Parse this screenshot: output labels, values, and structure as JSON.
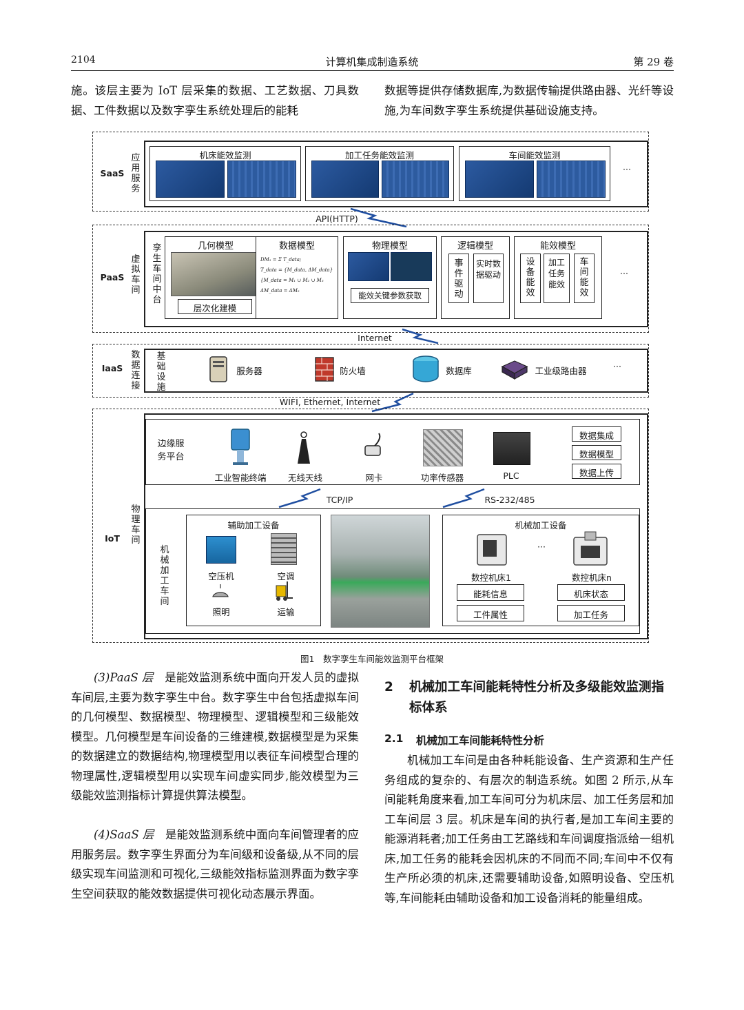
{
  "header": {
    "page_number": "2104",
    "journal": "计算机集成制造系统",
    "volume": "第 29 卷"
  },
  "top_text": {
    "left": "施。该层主要为 IoT 层采集的数据、工艺数据、刀具数据、工件数据以及数字孪生系统处理后的能耗",
    "right": "数据等提供存储数据库,为数据传输提供路由器、光纤等设施,为车间数字孪生系统提供基础设施支持。"
  },
  "figure": {
    "caption": "图1　数字孪生车间能效监测平台框架",
    "saas": {
      "layer": "SaaS",
      "side": "应用服务",
      "panels": [
        "机床能效监测",
        "加工任务能效监测",
        "车间能效监测"
      ],
      "more": "···"
    },
    "link1": "API(HTTP)",
    "paas": {
      "layer": "PaaS",
      "side": "虚拟车间",
      "inner": "孪生车间中台",
      "geom": "几何模型",
      "geom_sub": "层次化建模",
      "data": "数据模型",
      "formula": [
        "DM₁ = Σ T_data;",
        "T_data = {M_data, ΔM_data}",
        "{M_data = M₁ ∪ M₂ ∪ M₃",
        "ΔM_data = ΔM₂"
      ],
      "phys": "物理模型",
      "phys_sub": "能效关键参数获取",
      "logic": "逻辑模型",
      "logic_items": [
        "事件驱动",
        "实时数据驱动"
      ],
      "energy": "能效模型",
      "energy_items": [
        "设备能效",
        "加工任务能效",
        "车间能效"
      ],
      "more": "···"
    },
    "link2": "Internet",
    "iaas": {
      "layer": "IaaS",
      "side": "数据连接",
      "inner": "基础设施",
      "items": [
        "服务器",
        "防火墙",
        "数据库",
        "工业级路由器"
      ],
      "more": "···"
    },
    "link3": "WIFI, Ethernet, Internet",
    "iot": {
      "layer": "IoT",
      "side": "物理车间",
      "edge": "边缘服务平台",
      "edge_items": [
        "工业智能终端",
        "无线天线",
        "网卡",
        "功率传感器",
        "PLC"
      ],
      "edge_right": [
        "数据集成",
        "数据模型",
        "数据上传"
      ],
      "link_a": "TCP/IP",
      "link_b": "RS-232/485",
      "shop": "机械加工车间",
      "aux": "辅助加工设备",
      "aux_items": [
        "空压机",
        "空调",
        "照明",
        "运输"
      ],
      "mach": "机械加工设备",
      "mach_dots": "···",
      "cnc1": "数控机床1",
      "cncn": "数控机床n",
      "cnc1_items": [
        "能耗信息",
        "工件属性"
      ],
      "cncn_items": [
        "机床状态",
        "加工任务"
      ]
    }
  },
  "left_col": {
    "p1_label": "(3)PaaS 层",
    "p1": "是能效监测系统中面向开发人员的虚拟车间层,主要为数字孪生中台。数字孪生中台包括虚拟车间的几何模型、数据模型、物理模型、逻辑模型和三级能效模型。几何模型是车间设备的三维建模,数据模型是为采集的数据建立的数据结构,物理模型用以表征车间模型合理的物理属性,逻辑模型用以实现车间虚实同步,能效模型为三级能效监测指标计算提供算法模型。",
    "p2_label": "(4)SaaS 层",
    "p2": "是能效监测系统中面向车间管理者的应用服务层。数字孪生界面分为车间级和设备级,从不同的层级实现车间监测和可视化,三级能效指标监测界面为数字孪生空间获取的能效数据提供可视化动态展示界面。"
  },
  "right_col": {
    "sec_num": "2",
    "sec_title": "机械加工车间能耗特性分析及多级能效监测指标体系",
    "sub_num": "2.1",
    "sub_title": "机械加工车间能耗特性分析",
    "p": "机械加工车间是由各种耗能设备、生产资源和生产任务组成的复杂的、有层次的制造系统。如图 2 所示,从车间能耗角度来看,加工车间可分为机床层、加工任务层和加工车间层 3 层。机床是车间的执行者,是加工车间主要的能源消耗者;加工任务由工艺路线和车间调度指派给一组机床,加工任务的能耗会因机床的不同而不同;车间中不仅有生产所必须的机床,还需要辅助设备,如照明设备、空压机等,车间能耗由辅助设备和加工设备消耗的能量组成。"
  }
}
